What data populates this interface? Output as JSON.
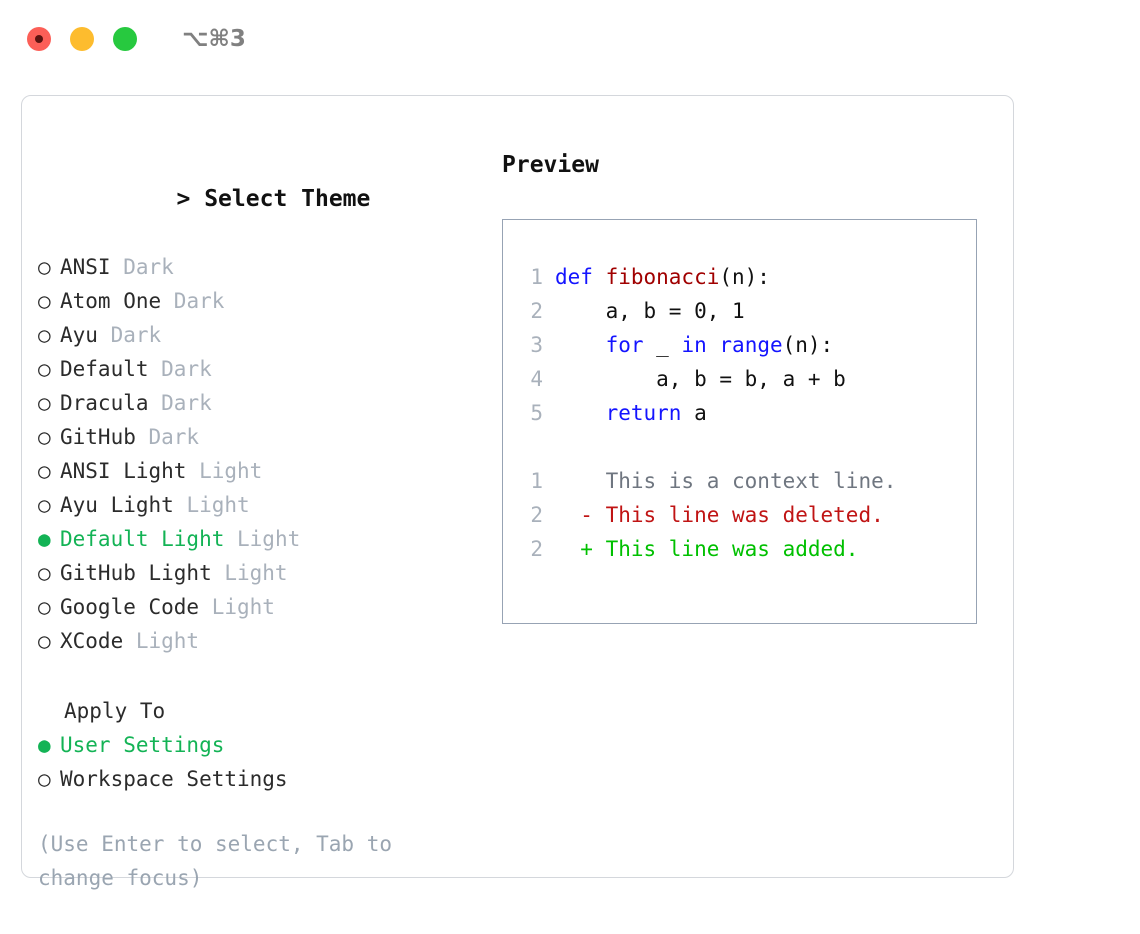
{
  "titlebar": {
    "buttons": [
      {
        "name": "close",
        "color": "#fc5f57"
      },
      {
        "name": "minimize",
        "color": "#fdbc2e"
      },
      {
        "name": "maximize",
        "color": "#27c93f"
      }
    ],
    "shortcut": "⌥⌘3"
  },
  "theme_picker": {
    "caret": ">",
    "title": "Select Theme",
    "selected_index": 8,
    "bullet_selected": "●",
    "bullet_unselected": "○",
    "items": [
      {
        "name": "ANSI",
        "variant": "Dark",
        "selected": false
      },
      {
        "name": "Atom One",
        "variant": "Dark",
        "selected": false
      },
      {
        "name": "Ayu",
        "variant": "Dark",
        "selected": false
      },
      {
        "name": "Default",
        "variant": "Dark",
        "selected": false
      },
      {
        "name": "Dracula",
        "variant": "Dark",
        "selected": false
      },
      {
        "name": "GitHub",
        "variant": "Dark",
        "selected": false
      },
      {
        "name": "ANSI Light",
        "variant": "Light",
        "selected": false
      },
      {
        "name": "Ayu Light",
        "variant": "Light",
        "selected": false
      },
      {
        "name": "Default Light",
        "variant": "Light",
        "selected": true
      },
      {
        "name": "GitHub Light",
        "variant": "Light",
        "selected": false
      },
      {
        "name": "Google Code",
        "variant": "Light",
        "selected": false
      },
      {
        "name": "XCode",
        "variant": "Light",
        "selected": false
      }
    ]
  },
  "apply_to": {
    "title": "Apply To",
    "options": [
      {
        "name": "User Settings",
        "selected": true
      },
      {
        "name": "Workspace Settings",
        "selected": false
      }
    ]
  },
  "hint": "(Use Enter to select, Tab to change focus)",
  "preview": {
    "title": "Preview",
    "code_lines": [
      {
        "number": "1",
        "tokens": [
          {
            "text": "def ",
            "style": "kw"
          },
          {
            "text": "fibonacci",
            "style": "fn"
          },
          {
            "text": "(n):",
            "style": "plain"
          }
        ]
      },
      {
        "number": "2",
        "tokens": [
          {
            "text": "    a, b = 0, 1",
            "style": "plain"
          }
        ]
      },
      {
        "number": "3",
        "tokens": [
          {
            "text": "    ",
            "style": "plain"
          },
          {
            "text": "for",
            "style": "kw"
          },
          {
            "text": " _ ",
            "style": "plain"
          },
          {
            "text": "in",
            "style": "kw"
          },
          {
            "text": " ",
            "style": "plain"
          },
          {
            "text": "range",
            "style": "kw"
          },
          {
            "text": "(n):",
            "style": "plain"
          }
        ]
      },
      {
        "number": "4",
        "tokens": [
          {
            "text": "        a, b = b, a + b",
            "style": "plain"
          }
        ]
      },
      {
        "number": "5",
        "tokens": [
          {
            "text": "    ",
            "style": "plain"
          },
          {
            "text": "return",
            "style": "kw"
          },
          {
            "text": " a",
            "style": "plain"
          }
        ]
      }
    ],
    "diff_lines": [
      {
        "number": "1",
        "marker": "  ",
        "text": "This is a context line.",
        "style": "ctx"
      },
      {
        "number": "2",
        "marker": "- ",
        "text": "This line was deleted.",
        "style": "del"
      },
      {
        "number": "2",
        "marker": "+ ",
        "text": "This line was added.",
        "style": "add"
      }
    ]
  },
  "colors": {
    "accent_green": "#13b355",
    "muted_gray": "#a9b1bb",
    "hint_gray": "#9aa5b1",
    "keyword_blue": "#1414ff",
    "function_red": "#a00000",
    "diff_delete": "#c01414",
    "diff_add": "#00c000",
    "panel_border": "#97a3b4",
    "frame_border": "#d4d7dc"
  }
}
